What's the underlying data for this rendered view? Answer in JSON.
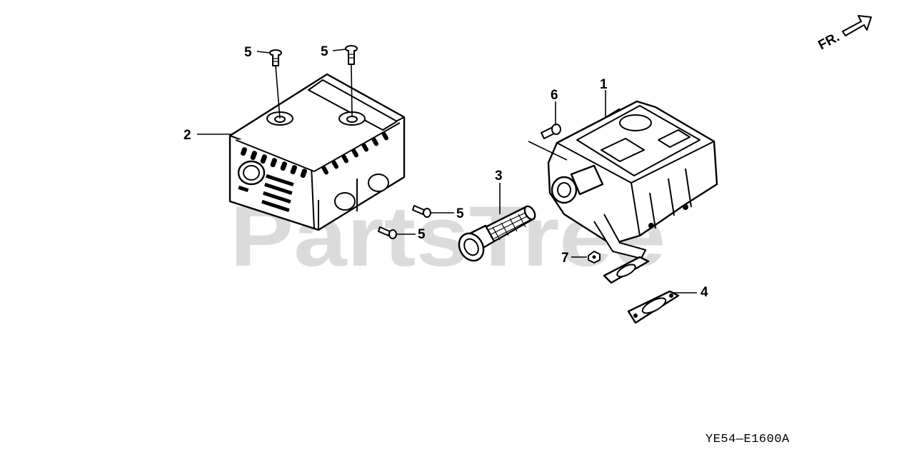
{
  "watermark": "PartsTree",
  "orientation": {
    "label": "FR."
  },
  "diagram_code": "YE54—E1600A",
  "callouts": [
    {
      "id": "1",
      "part": "muffler"
    },
    {
      "id": "2",
      "part": "muffler-protector"
    },
    {
      "id": "3",
      "part": "spark-arrester"
    },
    {
      "id": "4",
      "part": "gasket"
    },
    {
      "id": "5",
      "part": "screw"
    },
    {
      "id": "6",
      "part": "flange-bolt"
    },
    {
      "id": "7",
      "part": "nut"
    }
  ]
}
